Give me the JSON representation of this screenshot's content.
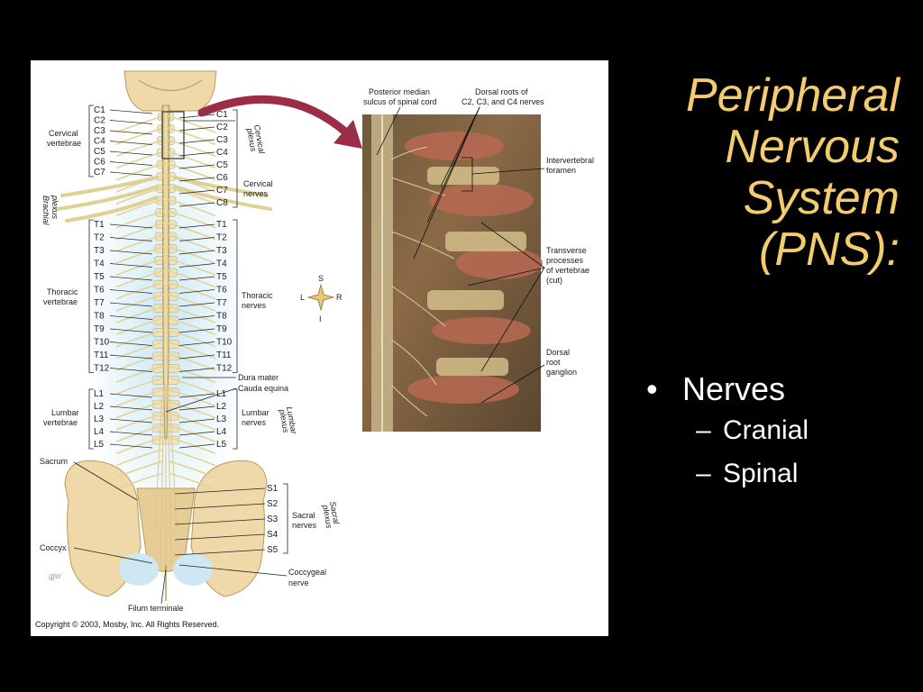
{
  "slide": {
    "title_lines": [
      "Peripheral",
      "Nervous",
      "System",
      "(PNS):"
    ],
    "bullets": [
      {
        "text": "Nerves",
        "sub": [
          "Cranial",
          "Spinal"
        ]
      }
    ]
  },
  "figure": {
    "copyright": "Copyright © 2003, Mosby, Inc. All Rights Reserved.",
    "signature": "gjw",
    "vertebra_left": {
      "cervical": [
        "C1",
        "C2",
        "C3",
        "C4",
        "C5",
        "C6",
        "C7"
      ],
      "thoracic": [
        "T1",
        "T2",
        "T3",
        "T4",
        "T5",
        "T6",
        "T7",
        "T8",
        "T9",
        "T10",
        "T11",
        "T12"
      ],
      "lumbar": [
        "L1",
        "L2",
        "L3",
        "L4",
        "L5"
      ]
    },
    "nerve_right": {
      "cervical": [
        "C1",
        "C2",
        "C3",
        "C4",
        "C5",
        "C6",
        "C7",
        "C8"
      ],
      "thoracic": [
        "T1",
        "T2",
        "T3",
        "T4",
        "T5",
        "T6",
        "T7",
        "T8",
        "T9",
        "T10",
        "T11",
        "T12"
      ],
      "lumbar": [
        "L1",
        "L2",
        "L3",
        "L4",
        "L5"
      ],
      "sacral": [
        "S1",
        "S2",
        "S3",
        "S4",
        "S5"
      ]
    },
    "group_labels": {
      "cervical_vertebrae": [
        "Cervical",
        "vertebrae"
      ],
      "thoracic_vertebrae": [
        "Thoracic",
        "vertebrae"
      ],
      "lumbar_vertebrae": [
        "Lumbar",
        "vertebrae"
      ],
      "cervical_nerves": [
        "Cervical",
        "nerves"
      ],
      "thoracic_nerves": [
        "Thoracic",
        "nerves"
      ],
      "lumbar_nerves": [
        "Lumbar",
        "nerves"
      ],
      "sacral_nerves": [
        "Sacral",
        "nerves"
      ],
      "cervical_plexus": [
        "Cervical",
        "plexus"
      ],
      "brachial_plexus": [
        "Brachial",
        "plexus"
      ],
      "lumbar_plexus": [
        "Lumbar",
        "plexus"
      ],
      "sacral_plexus": [
        "Sacral",
        "plexus"
      ],
      "sacrum": "Sacrum",
      "coccyx": "Coccyx",
      "coccygeal_nerve": [
        "Coccygeal",
        "nerve"
      ],
      "filum_terminale": "Filum terminale",
      "dura_mater": "Dura mater",
      "cauda_equina": "Cauda equina"
    },
    "compass": {
      "s": "S",
      "l": "L",
      "r": "R",
      "i": "I"
    },
    "inset_labels": {
      "posterior_sulcus": [
        "Posterior median",
        "sulcus of spinal cord"
      ],
      "dorsal_roots": [
        "Dorsal roots of",
        "C2, C3, and C4 nerves"
      ],
      "intervertebral_foramen": [
        "Intervertebral",
        "foramen"
      ],
      "transverse_processes": [
        "Transverse",
        "processes",
        "of vertebrae",
        "(cut)"
      ],
      "dorsal_root_ganglion": [
        "Dorsal",
        "root",
        "ganglion"
      ]
    },
    "colors": {
      "title": "#f4cc70",
      "bone": "#efd9a8",
      "nerve": "#e9dc9a",
      "arrow": "#9c2d48",
      "background": "#000000"
    }
  }
}
